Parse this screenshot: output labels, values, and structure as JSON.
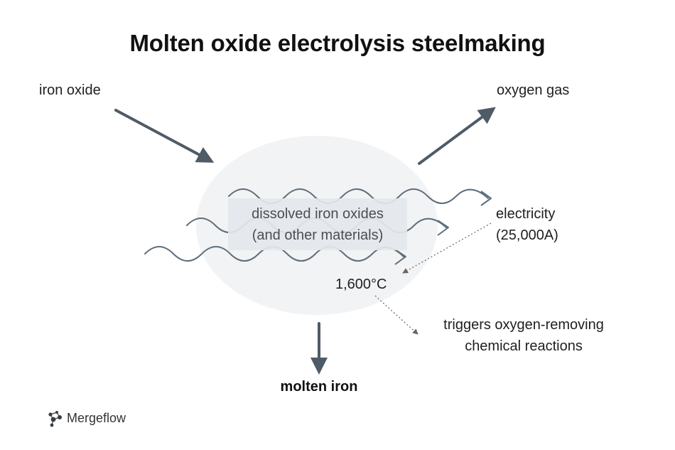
{
  "title": "Molten oxide electrolysis steelmaking",
  "labels": {
    "input": "iron oxide",
    "output_gas": "oxygen gas",
    "core_line1": "dissolved iron oxides",
    "core_line2": "(and other materials)",
    "power_line1": "electricity",
    "power_line2": "(25,000A)",
    "temperature": "1,600°C",
    "effect_line1": "triggers oxygen-removing",
    "effect_line2": "chemical reactions",
    "output_metal": "molten iron"
  },
  "brand": {
    "name": "Mergeflow",
    "icon": "mergeflow-logo-icon"
  },
  "colors": {
    "arrow": "#4f5b66",
    "vessel": "#f2f3f4",
    "label_box": "#e4e7ea",
    "wave": "#5f6e7b",
    "dotted": "#666666"
  }
}
